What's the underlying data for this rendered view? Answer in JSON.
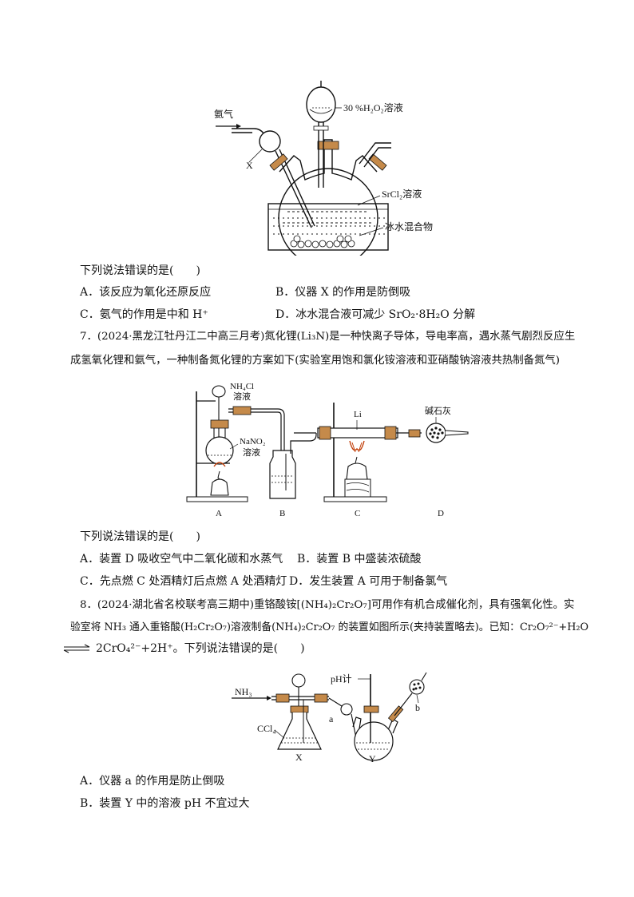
{
  "fig1": {
    "gas_label": "氨气",
    "x_label": "X",
    "funnel_label": "30 %H₂O₂溶液",
    "solution_label": "SrCl₂溶液",
    "bath_label": "冰水混合物"
  },
  "q6": {
    "prompt": "下列说法错误的是(　　)",
    "options": {
      "a": "A．该反应为氧化还原反应",
      "b": "B．仪器 X 的作用是防倒吸",
      "c": "C．氨气的作用是中和 H⁺",
      "d": "D．冰水混合液可减少 SrO₂·8H₂O 分解"
    }
  },
  "q7": {
    "line1": "7．(2024·黑龙江牡丹江二中高三月考)氮化锂(Li₃N)是一种快离子导体，导电率高，遇水蒸气剧烈反应生",
    "line2": "成氢氧化锂和氨气，一种制备氮化锂的方案如下(实验室用饱和氯化铵溶液和亚硝酸钠溶液共热制备氮气)",
    "fig": {
      "nh4cl_label": "NH₄Cl",
      "nh4cl_label2": "溶液",
      "nano2_label": "NaNO₂",
      "nano2_label2": "溶液",
      "li_label": "Li",
      "soda_lime_label": "碱石灰",
      "app_a": "A",
      "app_b": "B",
      "app_c": "C",
      "app_d": "D"
    },
    "prompt": "下列说法错误的是(　　)",
    "options": {
      "a": "A．装置 D 吸收空气中二氧化碳和水蒸气",
      "b": "B．装置 B 中盛装浓硫酸",
      "c": "C．先点燃 C 处酒精灯后点燃 A 处酒精灯",
      "d": "D．发生装置 A 可用于制备氯气"
    }
  },
  "q8": {
    "line1": "8．(2024·湖北省名校联考高三期中)重铬酸铵[(NH₄)₂Cr₂O₇]可用作有机合成催化剂，具有强氧化性。实",
    "line2": "验室将 NH₃ 通入重铬酸(H₂Cr₂O₇)溶液制备(NH₄)₂Cr₂O₇ 的装置如图所示(夹持装置略去)。已知：Cr₂O₇²⁻+H₂O",
    "line3": "2CrO₄²⁻+2H⁺。下列说法错误的是(　　)",
    "fig": {
      "nh3_label": "NH₃",
      "ccl4_label": "CCl₄",
      "ph_label": "pH计",
      "a_label": "a",
      "b_label": "b",
      "x_label": "X",
      "y_label": "Y"
    },
    "options": {
      "a": "A．仪器 a 的作用是防止倒吸",
      "b": "B．装置 Y 中的溶液 pH 不宜过大"
    }
  }
}
